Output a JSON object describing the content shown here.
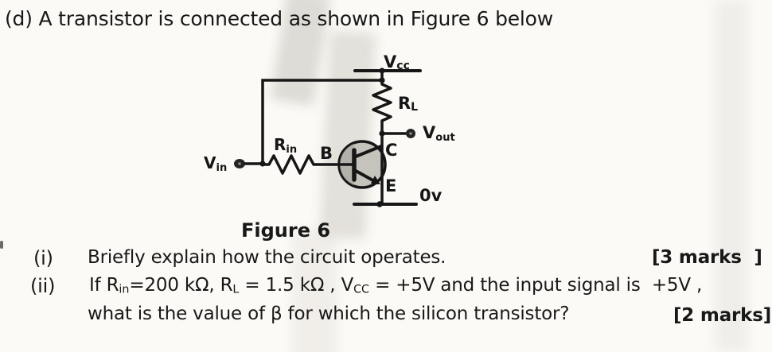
{
  "page": {
    "background": "#fbfaf6",
    "text_color": "#181818"
  },
  "question": {
    "header": "(d) A transistor is connected as shown in Figure 6 below"
  },
  "figure": {
    "caption": "Figure 6"
  },
  "items": {
    "i": {
      "label": "(i)",
      "text": "Briefly explain how the circuit operates.",
      "marks": "[3 marks  ]"
    },
    "ii": {
      "label": "(ii)",
      "line1": [
        {
          "t": "If R"
        },
        {
          "t": "in"
        },
        {
          "t": "=200 kΩ, R"
        },
        {
          "t": "L"
        },
        {
          "t": " = 1.5 kΩ , V"
        },
        {
          "t": "CC"
        },
        {
          "t": " = +5V and the input signal is  +5V ,"
        }
      ],
      "line2": "what is the value of β for which the silicon transistor?",
      "marks": "[2 marks]"
    }
  },
  "circuit": {
    "line_color": "#161616",
    "transistor_fill": "#c6c3bc",
    "labels": {
      "vcc": {
        "main": "V",
        "sub": "cc"
      },
      "rl": {
        "main": "R",
        "sub": "L"
      },
      "vout": {
        "main": "V",
        "sub": "out"
      },
      "rin": {
        "main": "R",
        "sub": "in"
      },
      "vin": {
        "main": "V",
        "sub": "in"
      },
      "base": "B",
      "collector": "C",
      "emitter": "E",
      "ground": "0v"
    }
  }
}
